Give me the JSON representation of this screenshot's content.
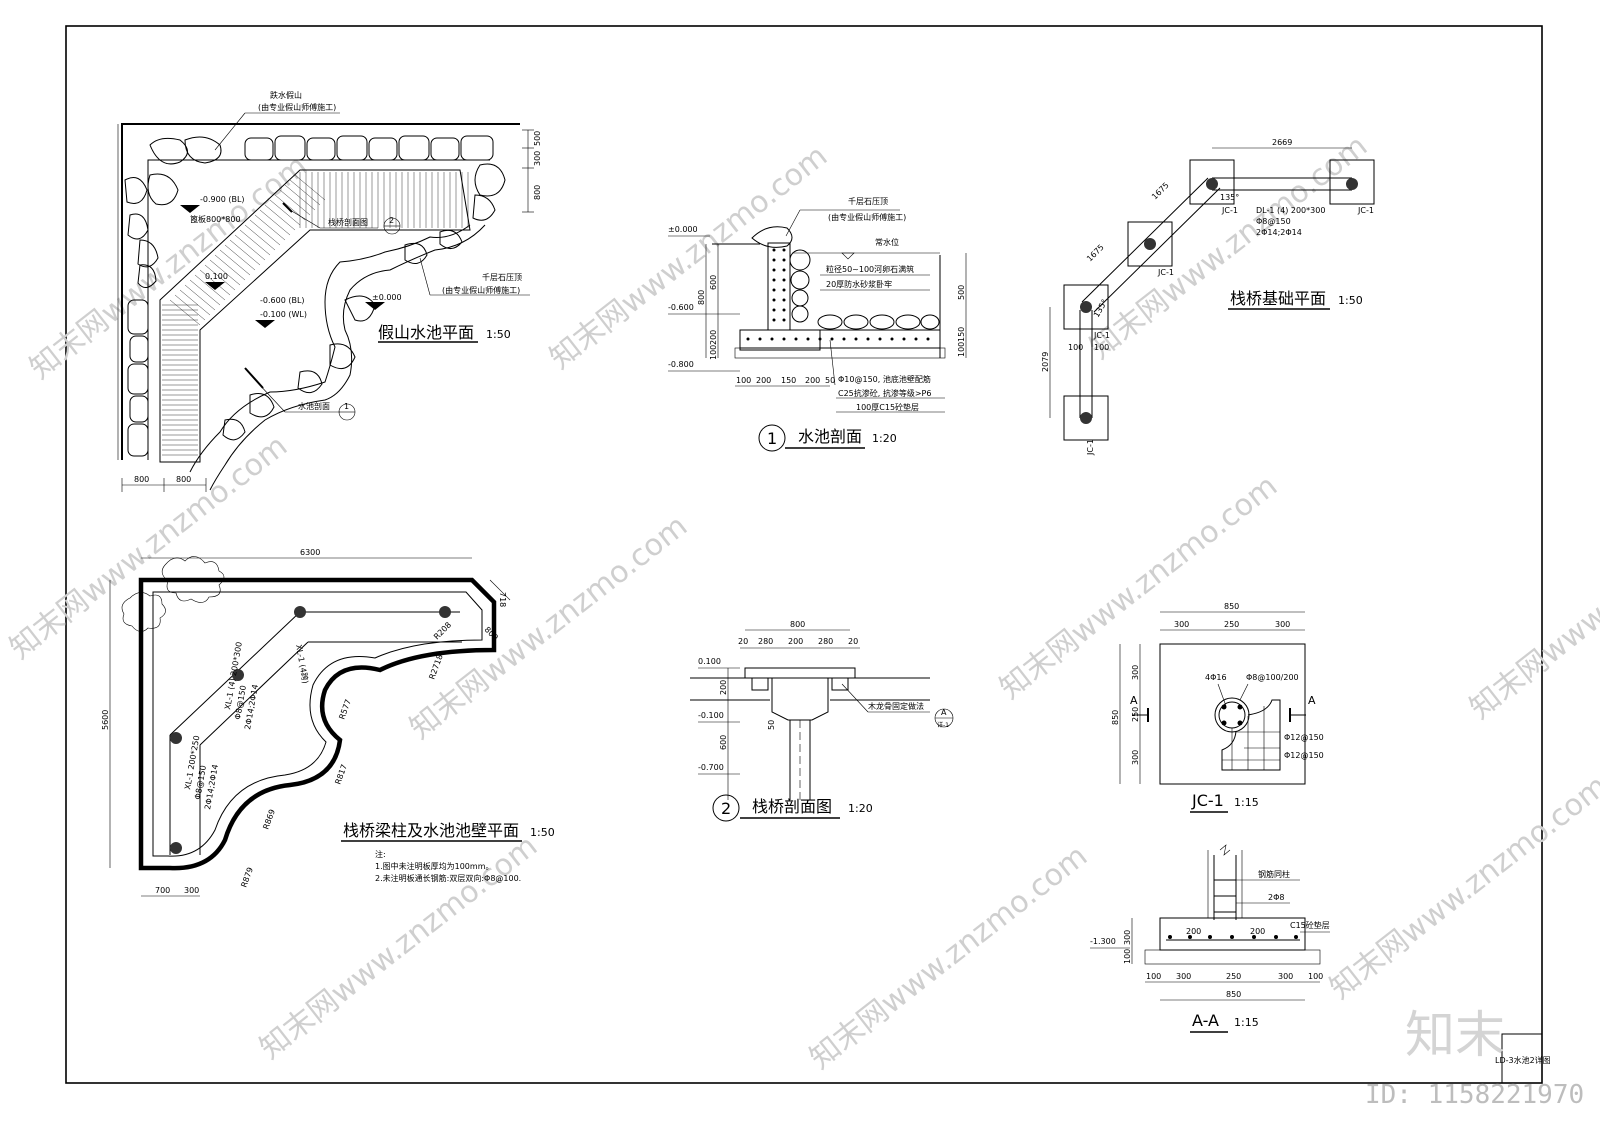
{
  "sheet_code": "LD-3水池2详图",
  "watermark": "知末网www.znzmo.com",
  "logo_text": "知末",
  "image_id": "ID: 1158221970",
  "rockery_plan": {
    "title": "假山水池平面",
    "scale": "1:50",
    "lbl_rockery": "跌水假山",
    "lbl_rockery_note": "(由专业假山师傅施工)",
    "lbl_stone_cap": "千层石压顶",
    "lbl_stone_cap_note": "(由专业假山师傅施工)",
    "lbl_bridge_sec": "栈桥剖面图",
    "lbl_pool_sec": "水池剖面",
    "lvl_1": "-0.900 (BL)",
    "lvl_grate": "篦板800*800",
    "lvl_2": "0.100",
    "lvl_3": "-0.600 (BL)",
    "lvl_4": "-0.100 (WL)",
    "lvl_5": "±0.000",
    "ref_2": "2",
    "ref_1": "1",
    "dim_500": "500",
    "dim_300": "300",
    "dim_800r": "800",
    "dim_800a": "800",
    "dim_800b": "800"
  },
  "pool_section": {
    "circle_no": "1",
    "title": "水池剖面",
    "scale": "1:20",
    "lvl_0": "±0.000",
    "lvl_600": "-0.600",
    "lvl_800": "-0.800",
    "lbl_stone_cap": "千层石压顶",
    "lbl_stone_cap_note": "(由专业假山师傅施工)",
    "lbl_water": "常水位",
    "lbl_pebble": "粒径50~100河卵石满筑",
    "lbl_mortar": "20厚防水砂浆卧牢",
    "lbl_rebar": "Φ10@150, 池底池壁配筋",
    "lbl_concrete": "C25抗渗砼, 抗渗等级>P6",
    "lbl_cushion": "100厚C15砼垫层",
    "vdim_800": "800",
    "vdim_600": "600",
    "vdim_200": "200",
    "vdim_100": "100",
    "vdim_500": "500",
    "vdim_150": "150",
    "vdim_100r": "100",
    "hdims": [
      "100",
      "200",
      "150",
      "200",
      "50"
    ]
  },
  "foundation_plan": {
    "title": "栈桥基础平面",
    "scale": "1:50",
    "dim_top": "2669",
    "dim_a": "1675",
    "dim_b": "1675",
    "dim_v": "2079",
    "dim_135a": "135°",
    "dim_135b": "135°",
    "dim_100a": "100",
    "dim_100b": "100",
    "jc1": "JC-1",
    "beam_note_1": "DL-1 (4) 200*300",
    "beam_note_2": "Φ8@150",
    "beam_note_3": "2Φ14;2Φ14"
  },
  "bridge_section": {
    "circle_no": "2",
    "title": "栈桥剖面图",
    "scale": "1:20",
    "dim_total": "800",
    "dims": [
      "20",
      "280",
      "200",
      "280",
      "20"
    ],
    "lvl_1": "0.100",
    "lvl_2": "-0.100",
    "lvl_3": "-0.700",
    "vdim_200": "200",
    "vdim_600": "600",
    "vdim_50": "50",
    "lbl_keel": "木龙骨固定做法",
    "ref_a": "A",
    "ref_sub": "详-1"
  },
  "beam_plan": {
    "title": "栈桥梁柱及水池池壁平面",
    "scale": "1:50",
    "dim_top": "6300",
    "dim_left": "5600",
    "dim_718": "718",
    "dim_800": "800",
    "dim_700": "700",
    "dim_300": "300",
    "r1": "R2718",
    "r2": "R577",
    "r3": "R817",
    "r4": "R869",
    "r5": "R879",
    "r6": "R208",
    "beam_a_1": "XL-1 (4) 200*300",
    "beam_a_2": "Φ8@150",
    "beam_a_3": "2Φ14;2Φ14",
    "beam_b_1": "XL-1 200*250",
    "beam_b_2": "Φ8@150",
    "beam_b_3": "2Φ14;2Φ14",
    "beam_c": "XL-1 (4跨)",
    "note_head": "注:",
    "note_1": "1.图中未注明板厚均为100mm。",
    "note_2": "2.未注明板通长钢筋:双层双向:Φ8@100."
  },
  "jc1_plan": {
    "title": "JC-1",
    "scale": "1:15",
    "dim_total": "850",
    "dims_h": [
      "300",
      "250",
      "300"
    ],
    "dims_v": [
      "300",
      "250",
      "300"
    ],
    "dim_v_total": "850",
    "sec_a": "A",
    "sec_a2": "A",
    "rebar_col": "4Φ16",
    "stirrup": "Φ8@100/200",
    "bot_1": "Φ12@150",
    "bot_2": "Φ12@150"
  },
  "aa_section": {
    "title": "A-A",
    "scale": "1:15",
    "lbl_col": "钢筋同柱",
    "lbl_2d8": "2Φ8",
    "lbl_c15": "C15砼垫层",
    "lvl": "-1.300",
    "vdim_300": "300",
    "vdim_100": "100",
    "d200a": "200",
    "d200b": "200",
    "hdims": [
      "100",
      "300",
      "250",
      "300",
      "100"
    ],
    "dim_850": "850"
  }
}
